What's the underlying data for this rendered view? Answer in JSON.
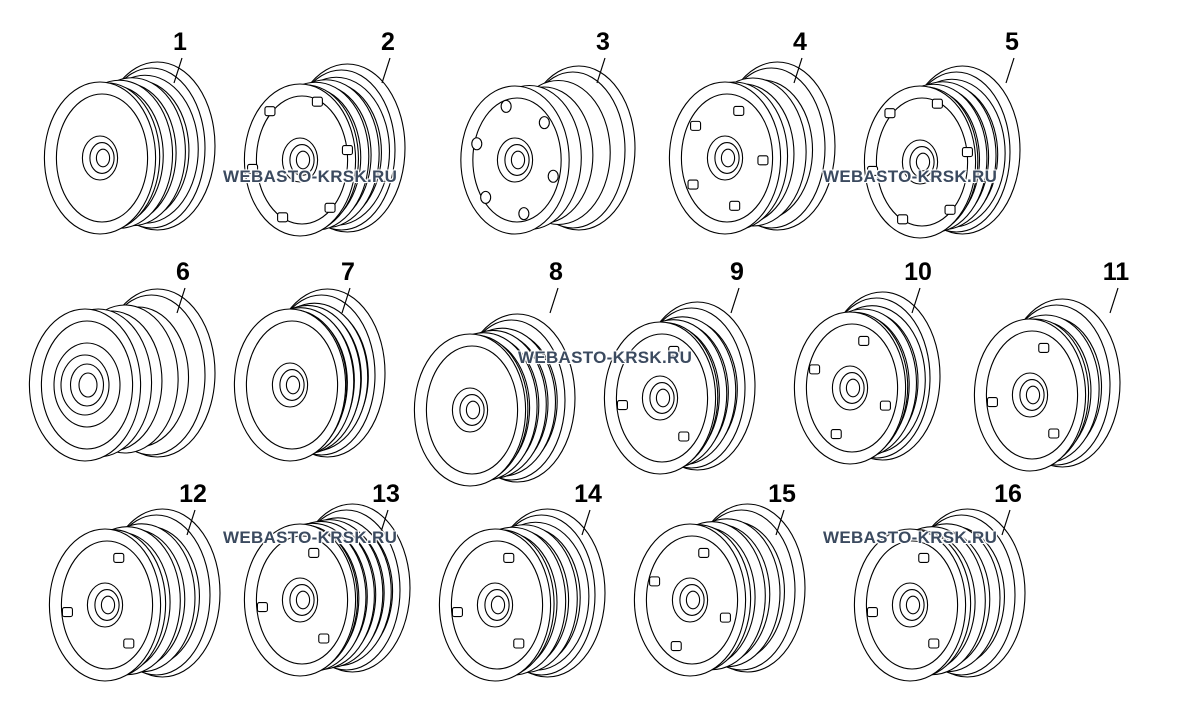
{
  "parts": [
    {
      "label": "1"
    },
    {
      "label": "2"
    },
    {
      "label": "3"
    },
    {
      "label": "4"
    },
    {
      "label": "5"
    },
    {
      "label": "6"
    },
    {
      "label": "7"
    },
    {
      "label": "8"
    },
    {
      "label": "9"
    },
    {
      "label": "10"
    },
    {
      "label": "11"
    },
    {
      "label": "12"
    },
    {
      "label": "13"
    },
    {
      "label": "14"
    },
    {
      "label": "15"
    },
    {
      "label": "16"
    }
  ],
  "watermark": "WEBASTO-KRSK.RU"
}
